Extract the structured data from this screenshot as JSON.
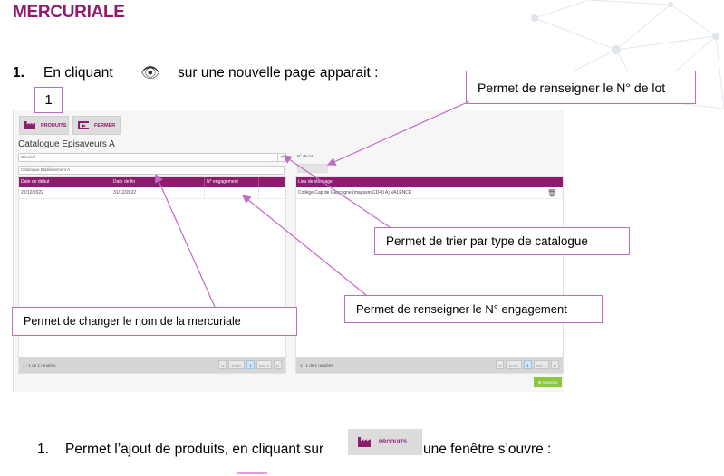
{
  "doc": {
    "title": "MERCURIALE",
    "step1": {
      "num": "1.",
      "text_before": "En  cliquant",
      "icon": "eye-icon",
      "text_after": "sur une nouvelle page apparait :"
    },
    "step2": {
      "num": "1.",
      "text_before": "Permet l’ajout de produits, en cliquant sur",
      "text_after": "une fenêtre s’ouvre :"
    }
  },
  "callouts": {
    "one": "1",
    "lot": "Permet de renseigner le N° de lot",
    "trier": "Permet de trier par type de catalogue",
    "engagement": "Permet de renseigner le N° engagement",
    "nom": "Permet de changer le nom de la mercuriale"
  },
  "app": {
    "toolbar": {
      "produits": "PRODUITS",
      "fermer": "FERMER"
    },
    "catalogue_title": "Catalogue Episaveurs A",
    "select_value": "Général",
    "name_value": "Catalogue Etablissement A",
    "lot_label": "N° de lot",
    "left_table": {
      "headers": [
        "Date de début",
        "Date de fin",
        "N° engagement"
      ],
      "rows": [
        [
          "22/12/2022",
          "31/12/2022",
          ""
        ]
      ]
    },
    "right_table": {
      "headers": [
        "Lieu de stockage"
      ],
      "rows": [
        [
          "Collège Cap de Gascogne (magasin CD40 A) VALENCE"
        ]
      ]
    },
    "footer": {
      "count": "1 - 1 de 1 rangées",
      "first": "|◂",
      "prev": "◂ prév.",
      "page": "1",
      "next": "suiv. ▸",
      "last": "▸|"
    },
    "associate_button": "⊕ Associer"
  },
  "colors": {
    "brand": "#8e1b6e",
    "callout_border": "#c26bc4",
    "accent_green": "#8ec63f"
  }
}
